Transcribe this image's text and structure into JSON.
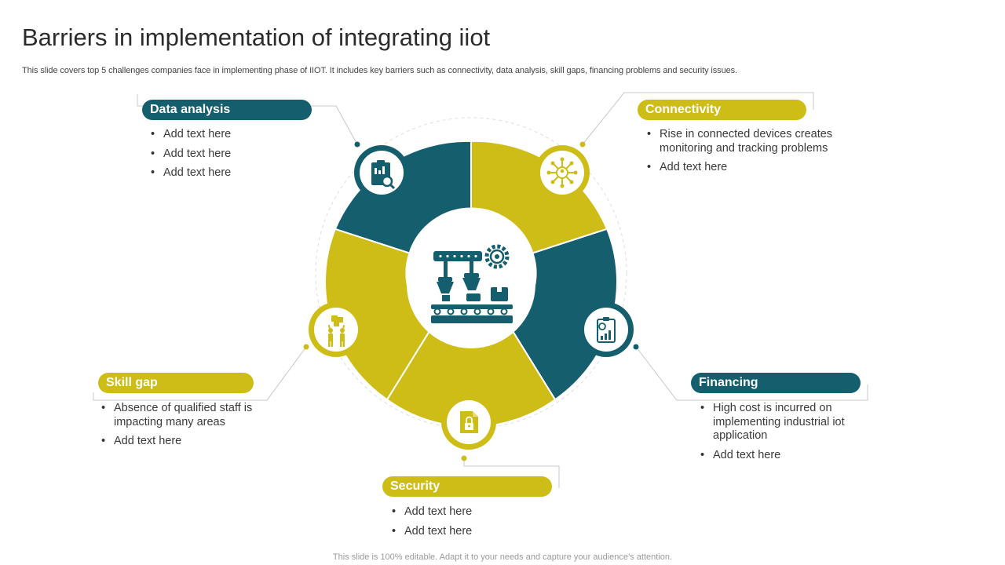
{
  "title": "Barriers in implementation of integrating iiot",
  "subtitle": "This slide covers top 5 challenges companies face in implementing phase of IIOT. It includes key barriers such as connectivity, data analysis, skill gaps, financing problems and security issues.",
  "footer": "This slide is 100% editable. Adapt it to your needs and capture your audience’s attention.",
  "colors": {
    "teal": "#155e6e",
    "olive": "#cfbd17"
  },
  "barriers": {
    "data_analysis": {
      "label": "Data analysis",
      "icon": "clipboard-search-icon",
      "points": [
        "Add text here",
        "Add text here",
        "Add text here"
      ]
    },
    "connectivity": {
      "label": "Connectivity",
      "icon": "network-hub-icon",
      "points": [
        "Rise in connected devices creates monitoring and tracking problems",
        "Add text here"
      ]
    },
    "skill_gap": {
      "label": "Skill gap",
      "icon": "team-puzzle-icon",
      "points": [
        "Absence of qualified staff is impacting many areas",
        "Add text here"
      ]
    },
    "financing": {
      "label": "Financing",
      "icon": "financial-report-icon",
      "points": [
        "High cost is incurred on implementing industrial iot application",
        "Add text here"
      ]
    },
    "security": {
      "label": "Security",
      "icon": "secure-document-icon",
      "points": [
        "Add text here",
        "Add text here"
      ]
    }
  },
  "center_icon": "industrial-robot-assembly-icon"
}
